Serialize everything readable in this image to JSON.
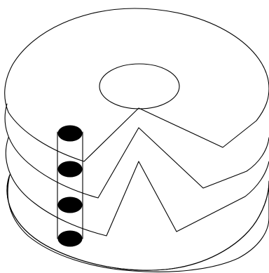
{
  "diagram": {
    "subject": "disk-platter-stack",
    "platter_count": 4,
    "read_write_head_count": 4,
    "colors": {
      "background": "#ffffff",
      "stroke": "#000000",
      "head_fill": "#000000"
    }
  }
}
